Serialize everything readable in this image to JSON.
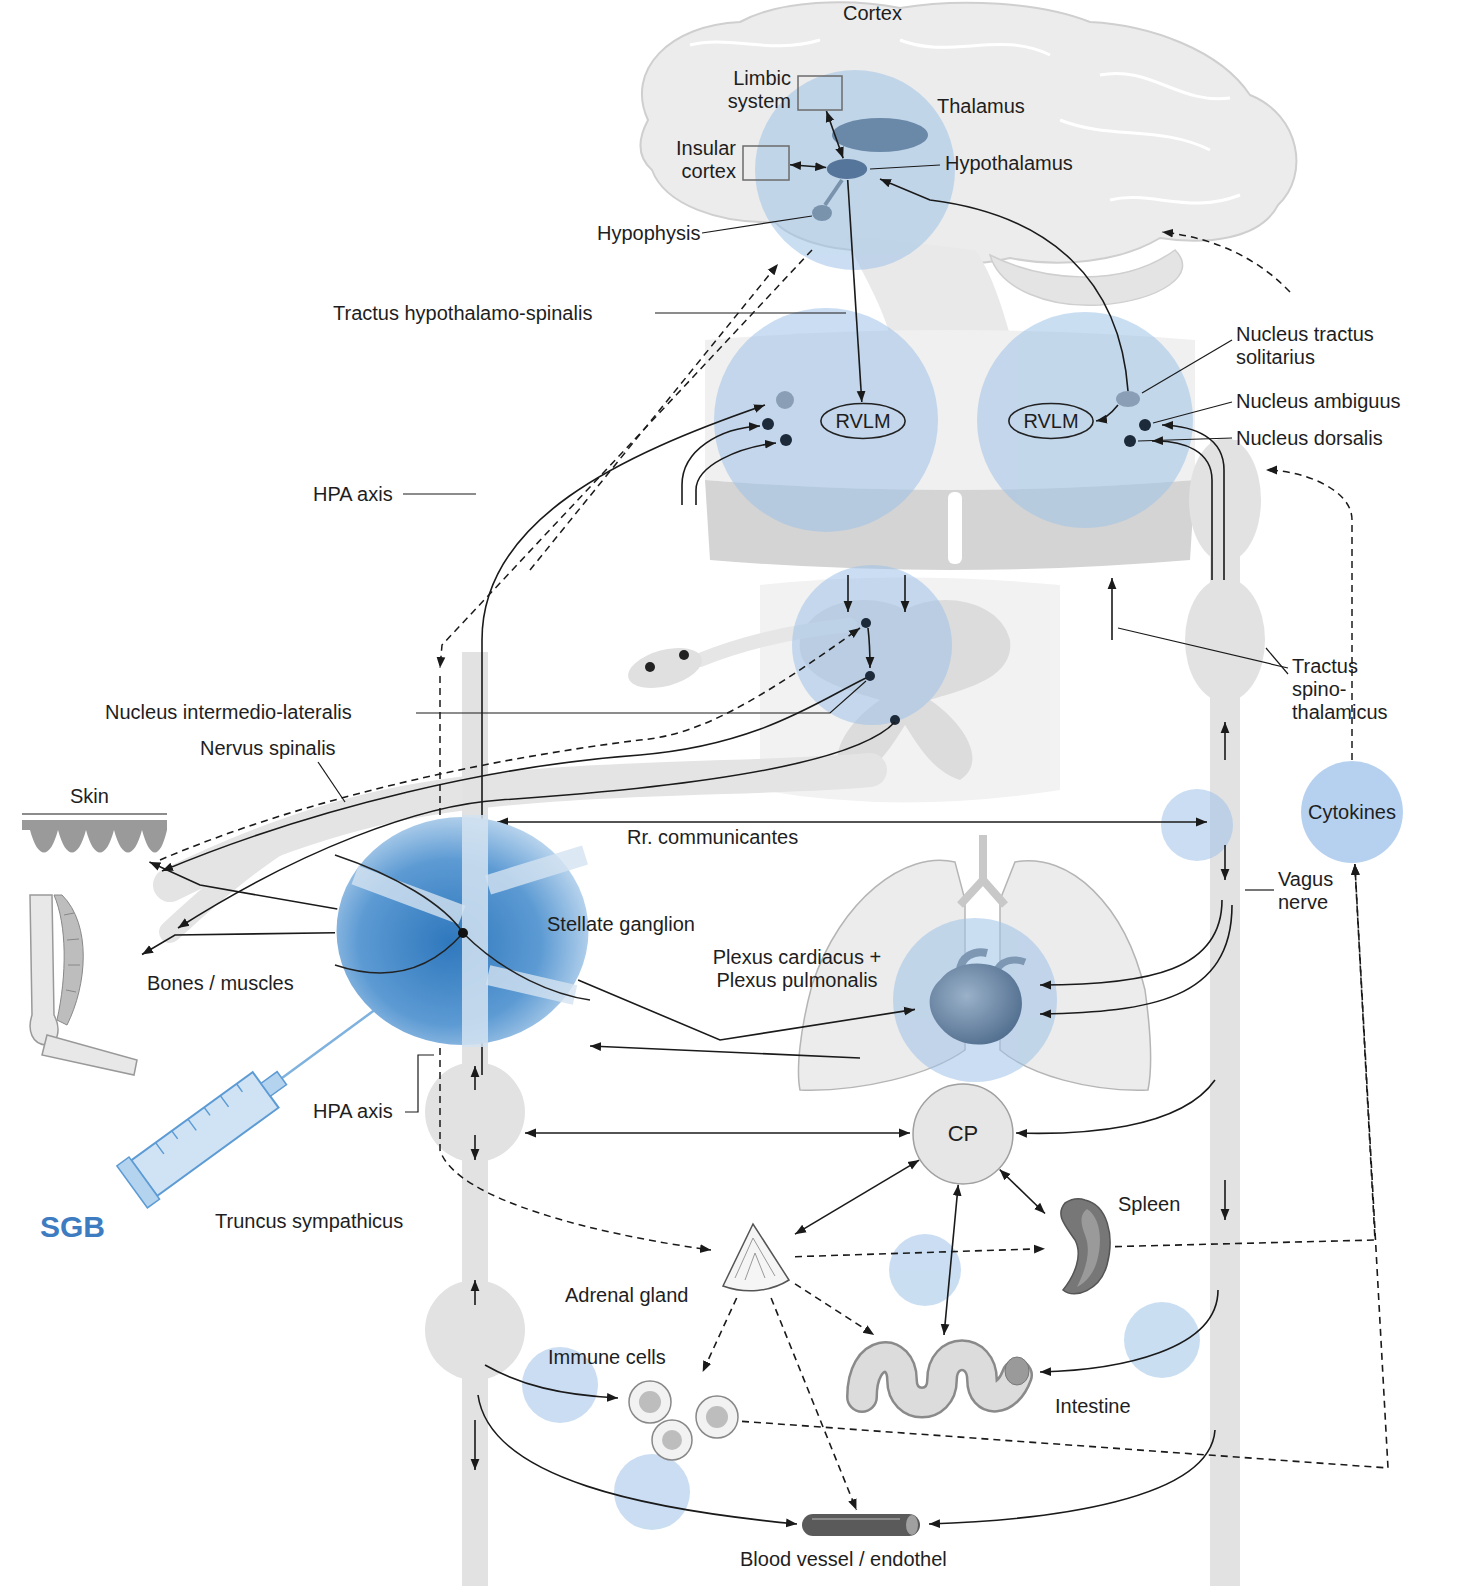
{
  "diagram": {
    "nodes": [
      {
        "text": [
          "Limbic system"
        ]
      },
      {
        "text": [
          "Insular cortex"
        ]
      },
      {
        "text": [
          "Hypothalamus"
        ]
      },
      {
        "text": [
          "RVLM"
        ]
      },
      {
        "text": [
          "RVLM"
        ]
      },
      {
        "text": [
          "Stellate ganglion"
        ]
      },
      {
        "text": [
          "Cytokines"
        ]
      },
      {
        "text": [
          "CP"
        ]
      },
      {
        "text": [
          "Adrenal gland"
        ]
      },
      {
        "text": [
          "Spleen"
        ]
      },
      {
        "text": [
          "Intestine"
        ]
      },
      {
        "text": [
          "Immune cells"
        ]
      },
      {
        "text": [
          "Blood vessel / endothel"
        ]
      },
      {
        "text": [
          "Skin"
        ]
      },
      {
        "text": [
          "Bones / muscles"
        ]
      },
      {
        "text": [
          "Plexus cardiacus + Plexus pulmonalis"
        ]
      }
    ],
    "edges": [
      {
        "from": 0,
        "to": 2,
        "arrow": "both"
      },
      {
        "from": 1,
        "to": 2,
        "arrow": "both"
      },
      {
        "from": 2,
        "to": 3,
        "arrow": "to"
      },
      {
        "from": 5,
        "to": 13,
        "arrow": "to"
      },
      {
        "from": 5,
        "to": 14,
        "arrow": "to"
      },
      {
        "from": 5,
        "to": 15,
        "arrow": "to"
      },
      {
        "from": 7,
        "to": 8,
        "arrow": "both"
      },
      {
        "from": 7,
        "to": 9,
        "arrow": "both"
      },
      {
        "from": 7,
        "to": 10,
        "arrow": "both"
      },
      {
        "from": 8,
        "to": 9,
        "arrow": "to"
      },
      {
        "from": 8,
        "to": 10,
        "arrow": "to"
      },
      {
        "from": 8,
        "to": 11,
        "arrow": "to"
      },
      {
        "from": 8,
        "to": 12,
        "arrow": "to"
      },
      {
        "from": 9,
        "to": 6,
        "arrow": "to"
      },
      {
        "from": 11,
        "to": 6,
        "arrow": "to"
      }
    ],
    "labels": [
      "Cortex",
      "Thalamus",
      "Hypophysis",
      "Tractus hypothalamo-spinalis",
      "Nucleus tractus solitarius",
      "Nucleus ambiguus",
      "Nucleus dorsalis",
      "HPA axis",
      "Nucleus intermedio-lateralis",
      "Nervus spinalis",
      "Tractus spino- thalamicus",
      "Rr. communicantes",
      "Vagus nerve",
      "HPA axis",
      "SGB",
      "Truncus sympathicus"
    ]
  }
}
